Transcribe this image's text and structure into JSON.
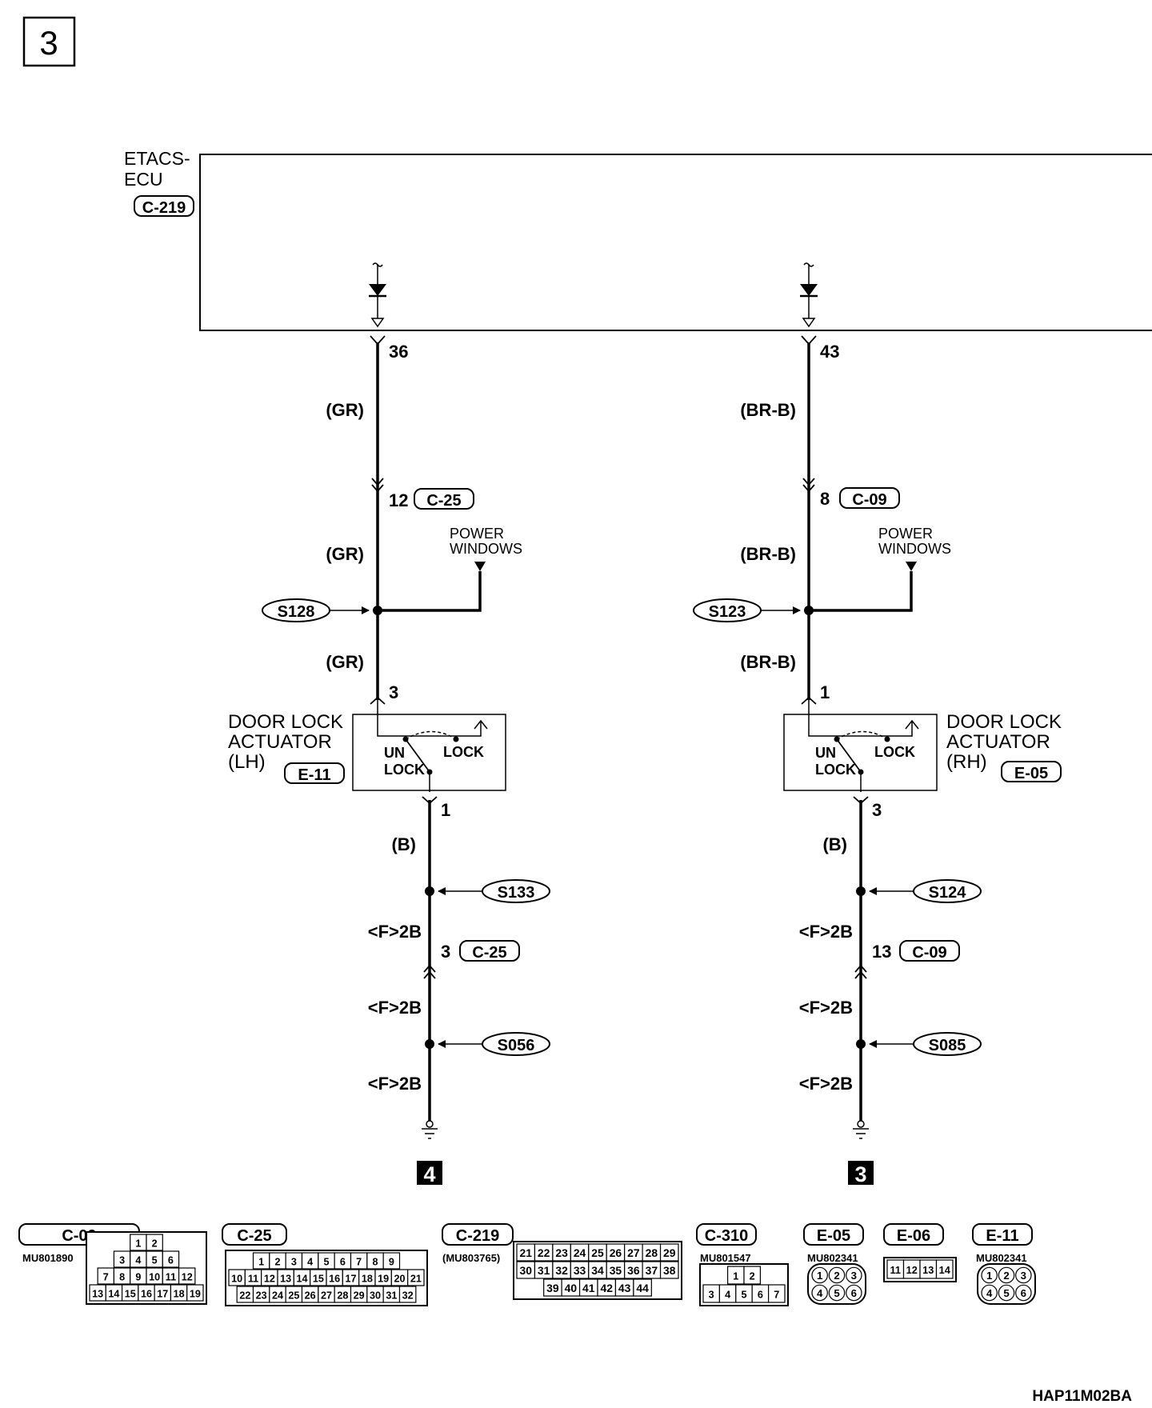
{
  "page_number": "3",
  "ecu": {
    "name_line1": "ETACS-",
    "name_line2": "ECU",
    "connector": "C-219"
  },
  "left": {
    "ecu_pin": "36",
    "wire_gr_1": "(GR)",
    "junction_pin": "12",
    "junction_connector": "C-25",
    "wire_gr_2": "(GR)",
    "power_windows_line1": "POWER",
    "power_windows_line2": "WINDOWS",
    "splice": "S128",
    "wire_gr_3": "(GR)",
    "actuator_pin_top": "3",
    "actuator_line1": "DOOR LOCK",
    "actuator_line2": "ACTUATOR",
    "actuator_line3": "(LH)",
    "actuator_connector": "E-11",
    "switch_unlock_1": "UN",
    "switch_unlock_2": "LOCK",
    "switch_lock": "LOCK",
    "actuator_pin_bottom": "1",
    "wire_b": "(B)",
    "splice_2": "S133",
    "wire_f2b_1": "<F>2B",
    "ground_junction_pin": "3",
    "ground_junction_connector": "C-25",
    "wire_f2b_2": "<F>2B",
    "splice_3": "S056",
    "wire_f2b_3": "<F>2B",
    "ground_number": "4"
  },
  "right": {
    "ecu_pin": "43",
    "wire_1": "(BR-B)",
    "junction_pin": "8",
    "junction_connector": "C-09",
    "wire_2": "(BR-B)",
    "power_windows_line1": "POWER",
    "power_windows_line2": "WINDOWS",
    "splice": "S123",
    "wire_3": "(BR-B)",
    "actuator_pin_top": "1",
    "actuator_line1": "DOOR LOCK",
    "actuator_line2": "ACTUATOR",
    "actuator_line3": "(RH)",
    "actuator_connector": "E-05",
    "switch_unlock_1": "UN",
    "switch_unlock_2": "LOCK",
    "switch_lock": "LOCK",
    "actuator_pin_bottom": "3",
    "wire_b": "(B)",
    "splice_2": "S124",
    "wire_f2b_1": "<F>2B",
    "ground_junction_pin": "13",
    "ground_junction_connector": "C-09",
    "wire_f2b_2": "<F>2B",
    "splice_3": "S085",
    "wire_f2b_3": "<F>2B",
    "ground_number": "3"
  },
  "connectors": [
    {
      "name": "C-09",
      "part": "MU801890",
      "rows": [
        [
          "1",
          "2"
        ],
        [
          "3",
          "4",
          "5",
          "6"
        ],
        [
          "7",
          "8",
          "9",
          "10",
          "11",
          "12"
        ],
        [
          "13",
          "14",
          "15",
          "16",
          "17",
          "18",
          "19"
        ]
      ]
    },
    {
      "name": "C-25",
      "part": "",
      "rows": [
        [
          "1",
          "2",
          "3",
          "4",
          "5",
          "6",
          "7",
          "8",
          "9"
        ],
        [
          "10",
          "11",
          "12",
          "13",
          "14",
          "15",
          "16",
          "17",
          "18",
          "19",
          "20",
          "21"
        ],
        [
          "22",
          "23",
          "24",
          "25",
          "26",
          "27",
          "28",
          "29",
          "30",
          "31",
          "32"
        ]
      ]
    },
    {
      "name": "C-219",
      "part": "(MU803765)",
      "rows": [
        [
          "21",
          "22",
          "23",
          "24",
          "25",
          "26",
          "27",
          "28",
          "29"
        ],
        [
          "30",
          "31",
          "32",
          "33",
          "34",
          "35",
          "36",
          "37",
          "38"
        ],
        [
          "39",
          "40",
          "41",
          "42",
          "43",
          "44"
        ]
      ]
    },
    {
      "name": "C-310",
      "part": "MU801547",
      "rows": [
        [
          "1",
          "2"
        ],
        [
          "3",
          "4",
          "5",
          "6",
          "7"
        ]
      ]
    },
    {
      "name": "E-05",
      "part": "MU802341",
      "rows": [
        [
          "1",
          "2",
          "3"
        ],
        [
          "4",
          "5",
          "6"
        ]
      ]
    },
    {
      "name": "E-06",
      "part": "",
      "rows": [
        [
          "11",
          "12",
          "13",
          "14"
        ]
      ]
    },
    {
      "name": "E-11",
      "part": "MU802341",
      "rows": [
        [
          "1",
          "2",
          "3"
        ],
        [
          "4",
          "5",
          "6"
        ]
      ]
    }
  ],
  "figure_code": "HAP11M02BA"
}
